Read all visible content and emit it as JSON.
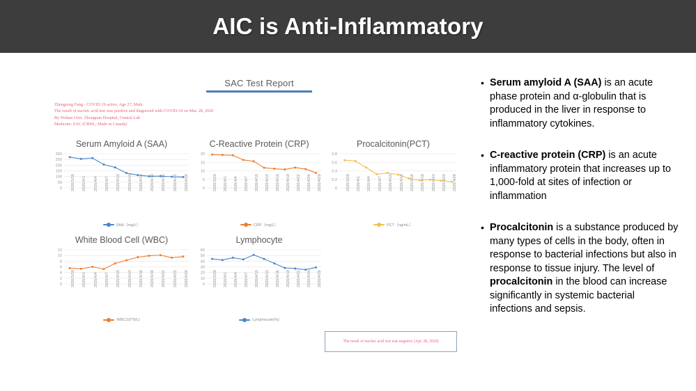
{
  "slide": {
    "title": "AIC is Anti-Inflammatory",
    "title_bg": "#3d3d3d",
    "title_color": "#ffffff"
  },
  "report": {
    "header": "SAC Test Report",
    "header_rule_color": "#4a7ebb",
    "patient_note": [
      "Zhengrong Fang - COVID 19 active, Age 27, Male.",
      "The result of nucleic acid test was positive and diagnosed with COVID-19 on Mar. 28, 2020",
      "By Wuhan Univ. Zhongnan Hospital, Central Lab",
      "Medicine: SAC (CBHL, Made in Canada)"
    ],
    "note_color": "#e8627a",
    "negative_note": "The result of nucleic acid test was negative (Apr. 28, 2020)"
  },
  "chart_data": [
    {
      "type": "line",
      "title": "Serum Amyloid A (SAA)",
      "xlabel": "",
      "ylabel": "",
      "series": [
        {
          "name": "SAA（mg/L）",
          "color": "#4a86c8",
          "values": [
            270,
            255,
            262,
            205,
            180,
            130,
            112,
            102,
            103,
            98,
            95
          ]
        }
      ],
      "categories": [
        "2020/3/29",
        "2020/4/1",
        "2020/4/4",
        "2020/4/7",
        "2020/4/10",
        "2020/4/13",
        "2020/4/16",
        "2020/4/19",
        "2020/4/22",
        "2020/4/25",
        "2020/4/28"
      ],
      "yticks": [
        300,
        250,
        200,
        150,
        100,
        50,
        0
      ],
      "ylim": [
        0,
        300
      ],
      "grid": true,
      "legend": "bottom"
    },
    {
      "type": "line",
      "title": "C-Reactive Protein (CRP)",
      "xlabel": "",
      "ylabel": "",
      "series": [
        {
          "name": "CRP（mg/L）",
          "color": "#ed7d31",
          "values": [
            19.5,
            19.3,
            19.1,
            16.4,
            15.6,
            11.8,
            11.2,
            10.8,
            11.9,
            11.0,
            8.8
          ]
        }
      ],
      "categories": [
        "2020/3/29",
        "2020/4/1",
        "2020/4/4",
        "2020/4/7",
        "2020/4/10",
        "2020/4/13",
        "2020/4/16",
        "2020/4/19",
        "2020/4/22",
        "2020/4/25",
        "2020/4/28"
      ],
      "yticks": [
        20,
        15,
        10,
        5,
        0
      ],
      "ylim": [
        0,
        20
      ],
      "grid": true,
      "legend": "bottom"
    },
    {
      "type": "line",
      "title": "Procalcitonin(PCT)",
      "xlabel": "",
      "ylabel": "",
      "series": [
        {
          "name": "PCT（ng/mL）",
          "color": "#f2c14e",
          "values": [
            0.65,
            0.63,
            0.48,
            0.32,
            0.35,
            0.31,
            0.22,
            0.18,
            0.19,
            0.17,
            0.14
          ]
        }
      ],
      "categories": [
        "2020/3/29",
        "2020/4/1",
        "2020/4/4",
        "2020/4/7",
        "2020/4/10",
        "2020/4/13",
        "2020/4/16",
        "2020/4/19",
        "2020/4/22",
        "2020/4/25",
        "2020/4/28"
      ],
      "yticks": [
        0.8,
        0.6,
        0.4,
        0.2,
        0
      ],
      "ylim": [
        0,
        0.8
      ],
      "grid": true,
      "legend": "bottom"
    },
    {
      "type": "line",
      "title": "White Blood Cell (WBC)",
      "xlabel": "",
      "ylabel": "",
      "series": [
        {
          "name": "WBC(10^9/L)",
          "color": "#ed7d31",
          "values": [
            5.5,
            5.3,
            6.0,
            5.2,
            7.2,
            8.3,
            9.4,
            9.9,
            10.1,
            9.2,
            9.6
          ]
        }
      ],
      "categories": [
        "2020/3/29",
        "2020/4/1",
        "2020/4/4",
        "2020/4/7",
        "2020/4/10",
        "2020/4/13",
        "2020/4/16",
        "2020/4/19",
        "2020/4/22",
        "2020/4/25",
        "2020/4/28"
      ],
      "yticks": [
        12,
        10,
        8,
        6,
        4,
        2,
        0
      ],
      "ylim": [
        0,
        12
      ],
      "grid": true,
      "legend": "bottom"
    },
    {
      "type": "line",
      "title": "Lymphocyte",
      "xlabel": "",
      "ylabel": "",
      "series": [
        {
          "name": "Lymphocyte(%)",
          "color": "#4a86c8",
          "values": [
            44,
            42,
            46,
            43,
            51,
            44,
            36,
            28,
            27,
            25,
            29
          ]
        }
      ],
      "categories": [
        "2020/3/29",
        "2020/4/1",
        "2020/4/4",
        "2020/4/7",
        "2020/4/10",
        "2020/4/13",
        "2020/4/16",
        "2020/4/19",
        "2020/4/22",
        "2020/4/25",
        "2020/4/28"
      ],
      "yticks": [
        60,
        50,
        40,
        30,
        20,
        10,
        0
      ],
      "ylim": [
        0,
        60
      ],
      "grid": true,
      "legend": "bottom"
    }
  ],
  "bullets": [
    {
      "marker": "•",
      "lead": "Serum amyloid A (SAA)",
      "rest": " is an acute phase protein and α-globulin that is produced in the liver in response to inflammatory cytokines."
    },
    {
      "marker": "•",
      "lead": "C-reactive protein (CRP)",
      "rest": " is an acute inflammatory protein that increases up to 1,000-fold at sites of infection or inflammation"
    },
    {
      "marker": "•",
      "lead": "Procalcitonin",
      "mid": " is a substance produced by many types of cells in the body, often in response to bacterial infections but also in response to tissue injury. The level of ",
      "lead2": "procalcitonin",
      "rest": " in the blood can increase significantly in systemic bacterial infections and sepsis."
    }
  ]
}
